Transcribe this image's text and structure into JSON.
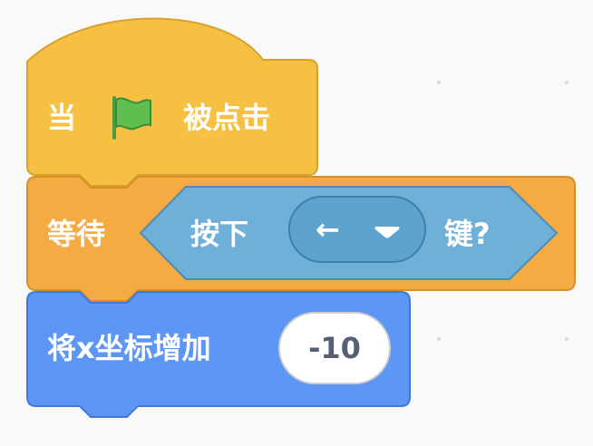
{
  "blocks": {
    "when_flag": {
      "prefix": "当",
      "suffix": "被点击",
      "icon": "green-flag-icon"
    },
    "wait_until": {
      "label": "等待",
      "condition": {
        "prefix": "按下",
        "key_value": "←",
        "suffix": "键?",
        "dropdown_icon": "caret-down-icon"
      }
    },
    "change_x": {
      "label": "将x坐标增加",
      "value": "-10"
    }
  },
  "colors": {
    "events": "#ffbf00",
    "events_border": "#cc9900",
    "control": "#ffab19",
    "control_border": "#cf8b17",
    "sensing": "#5cb1d6",
    "sensing_border": "#2e8eb8",
    "motion": "#4c97ff",
    "motion_border": "#3373cc",
    "canvas": "#f9f9f9"
  }
}
